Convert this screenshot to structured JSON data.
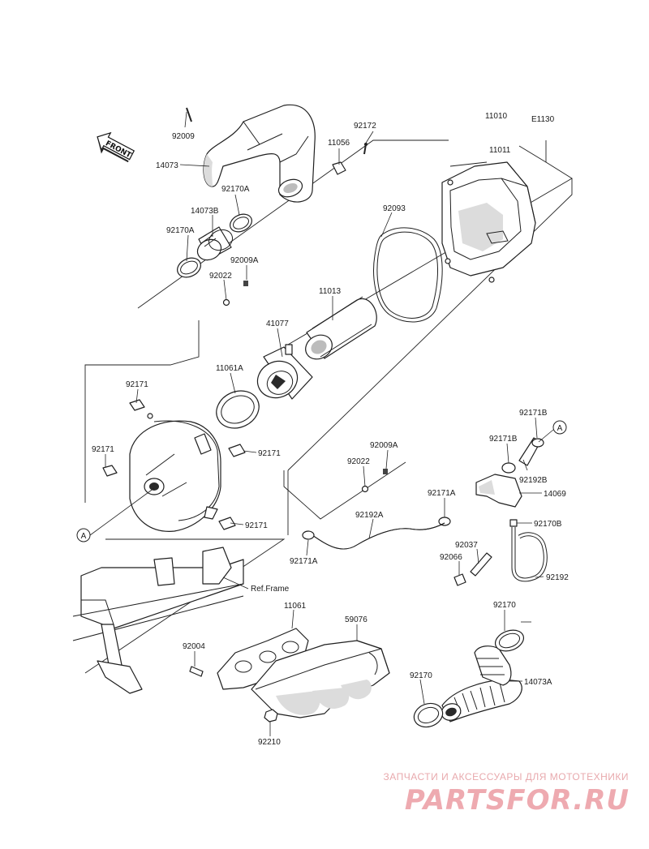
{
  "diagram": {
    "code": "E1130",
    "front_marker": "FRONT",
    "ref_marker": "A",
    "parts": {
      "p11010": "11010",
      "p11011": "11011",
      "p92009": "92009",
      "p92172": "92172",
      "p11056": "11056",
      "p14073": "14073",
      "p92170A_top": "92170A",
      "p14073B": "14073B",
      "p92170A_left": "92170A",
      "p92009A_top": "92009A",
      "p92022_top": "92022",
      "p92093": "92093",
      "p11013": "11013",
      "p41077": "41077",
      "p11061A": "11061A",
      "p92171_a": "92171",
      "p92171_b": "92171",
      "p92171_c": "92171",
      "p92171_d": "92171",
      "p92171B_top": "92171B",
      "p92171B_mid": "92171B",
      "p92192B": "92192B",
      "p14069": "14069",
      "p92009A_mid": "92009A",
      "p92022_mid": "92022",
      "p92171A_right": "92171A",
      "p92170B": "92170B",
      "p92192A": "92192A",
      "p92171A_low": "92171A",
      "p92037": "92037",
      "p92066": "92066",
      "p92192": "92192",
      "p11061": "11061",
      "p59076": "59076",
      "p92004": "92004",
      "p92210": "92210",
      "p92170_top": "92170",
      "p92170_low": "92170",
      "p14073A": "14073A"
    },
    "ref_frame": "Ref.Frame"
  },
  "watermark": {
    "tagline": "ЗАПЧАСТИ И АКСЕССУАРЫ ДЛЯ МОТОТЕХНИКИ",
    "brand": "PARTSFOR.RU"
  }
}
